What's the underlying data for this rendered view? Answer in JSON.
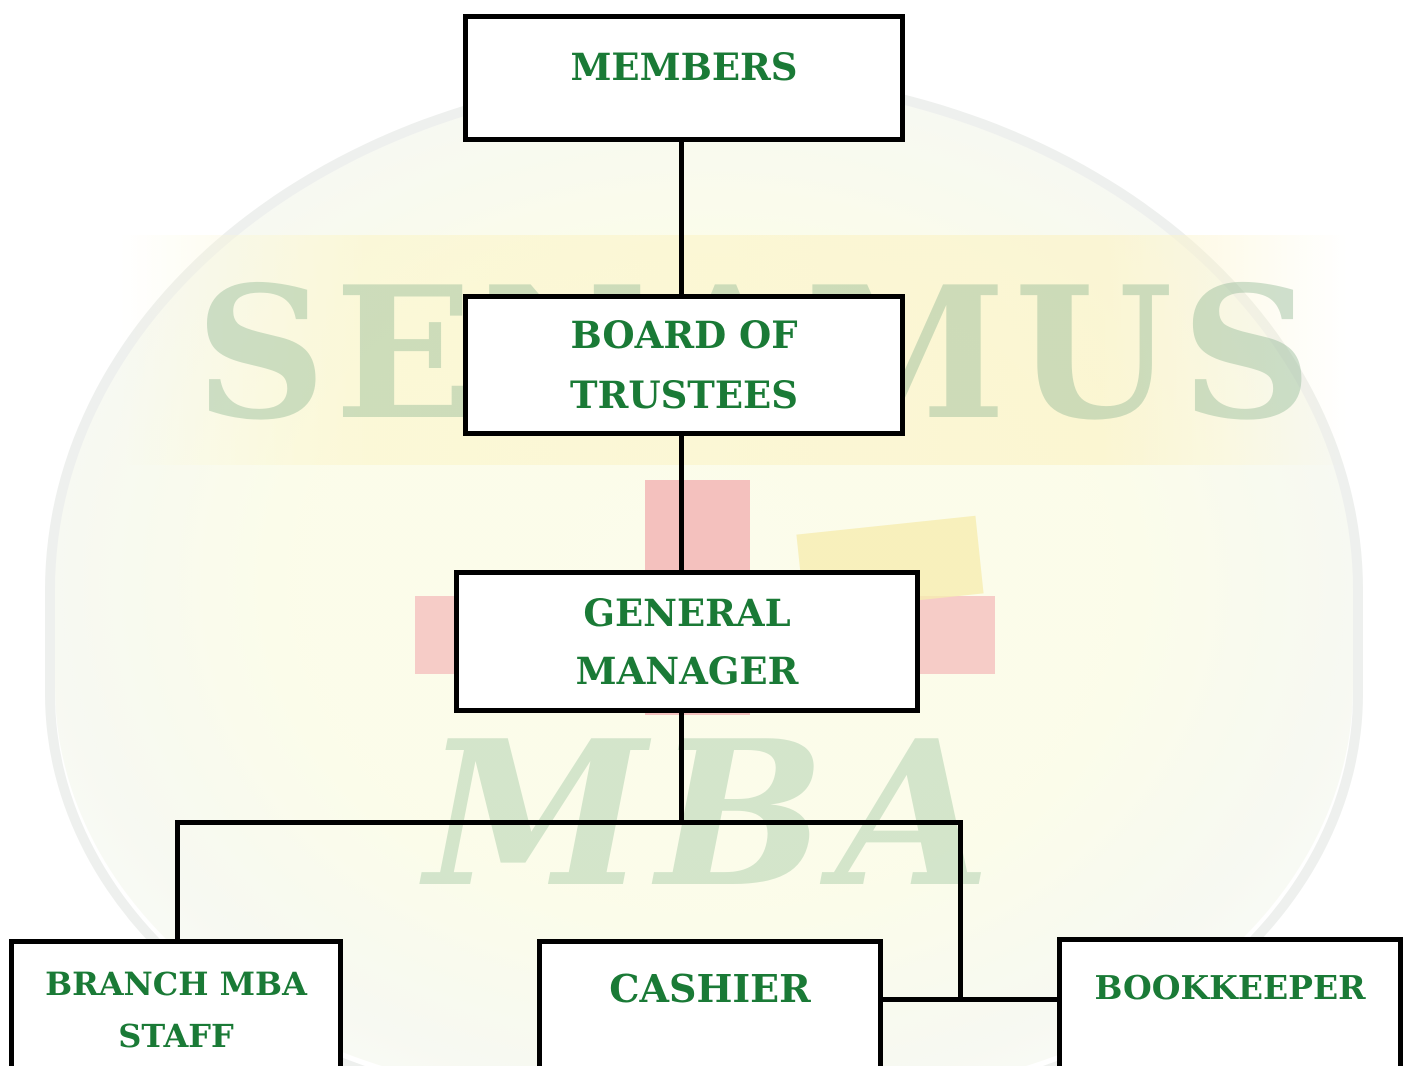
{
  "chart": {
    "nodes": {
      "members": "MEMBERS",
      "board": "BOARD OF\nTRUSTEES",
      "general_manager": "GENERAL\nMANAGER",
      "branch_staff": "BRANCH MBA\nSTAFF",
      "cashier": "CASHIER",
      "bookkeeper": "BOOKKEEPER"
    },
    "edges": [
      [
        "MEMBERS",
        "BOARD OF TRUSTEES"
      ],
      [
        "BOARD OF TRUSTEES",
        "GENERAL MANAGER"
      ],
      [
        "GENERAL MANAGER",
        "BRANCH MBA STAFF"
      ],
      [
        "GENERAL MANAGER",
        "CASHIER"
      ],
      [
        "GENERAL MANAGER",
        "BOOKKEEPER"
      ]
    ]
  },
  "watermark": {
    "emblem_word": "SENAMUS",
    "emblem_initials": "MBA"
  },
  "colors": {
    "label_text": "#1a7a36",
    "box_border": "#000000",
    "connector": "#000000",
    "background": "#ffffff"
  }
}
